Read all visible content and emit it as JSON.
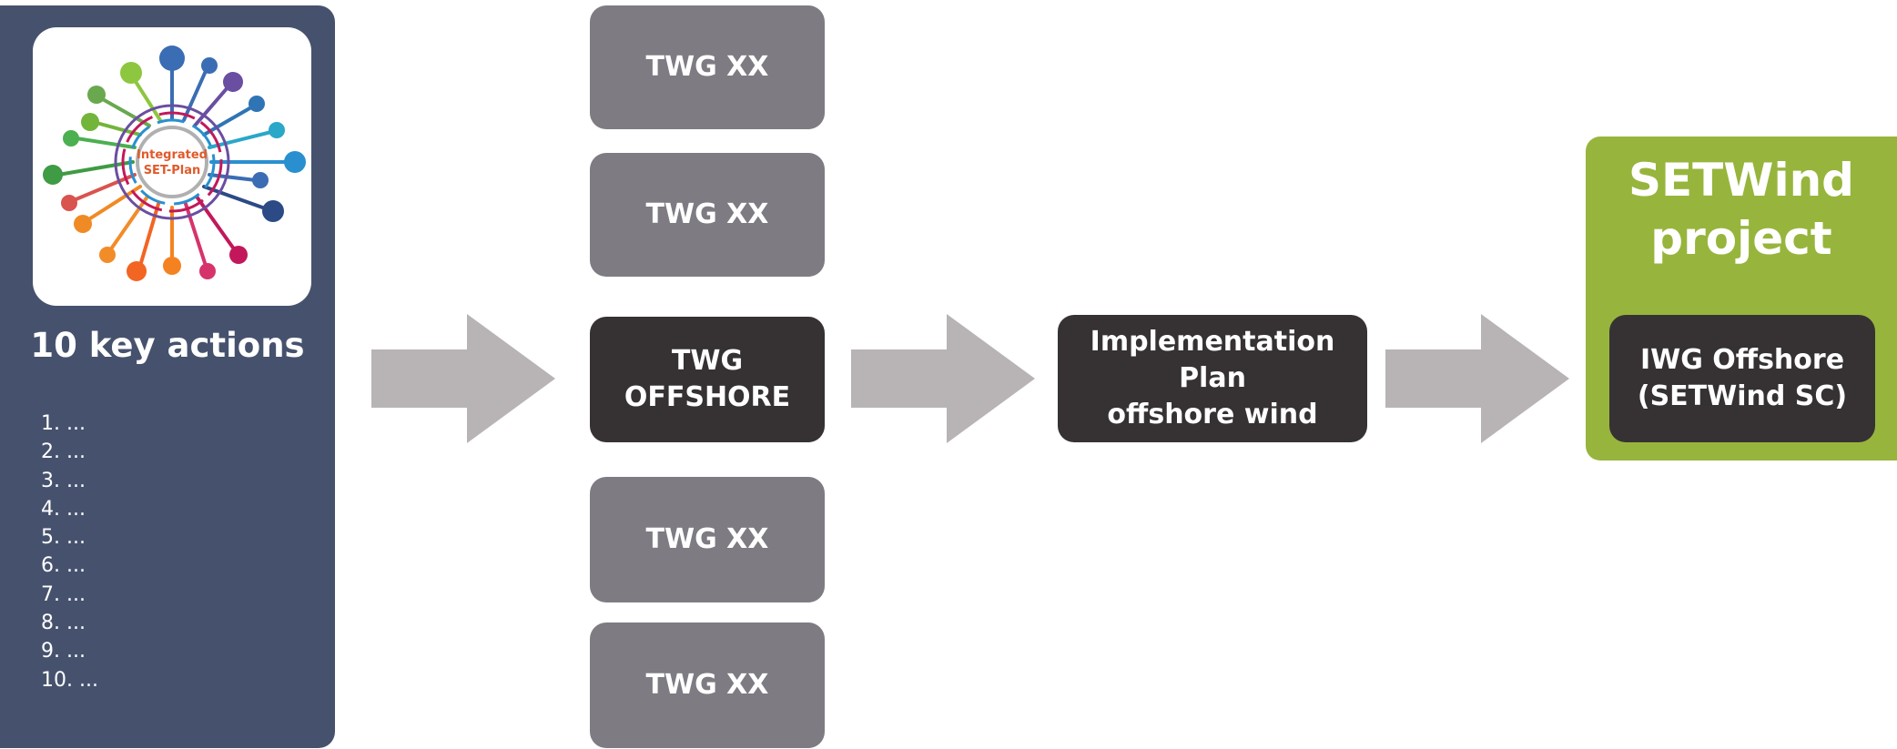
{
  "left_panel": {
    "logo_text": [
      "Integrated",
      "SET-Plan"
    ],
    "title": "10 key actions",
    "actions": [
      "1. ...",
      "2. ...",
      "3. ...",
      "4. ...",
      "5. ...",
      "6. ...",
      "7. ...",
      "8. ...",
      "9. ...",
      "10. ..."
    ]
  },
  "twg_column": {
    "box1": "TWG XX",
    "box2": "TWG XX",
    "box3": "TWG OFFSHORE",
    "box4": "TWG XX",
    "box5": "TWG XX"
  },
  "implementation_plan": {
    "line1": "Implementation Plan",
    "line2": "offshore wind"
  },
  "setwind": {
    "title_line1": "SETWind",
    "title_line2": "project",
    "inner_line1": "IWG Offshore",
    "inner_line2": "(SETWind SC)"
  },
  "colors": {
    "left_panel": "#46526d",
    "gray_box": "#7e7b83",
    "dark_box": "#363234",
    "green_panel": "#97b53d",
    "arrow": "#b8b4b5"
  }
}
